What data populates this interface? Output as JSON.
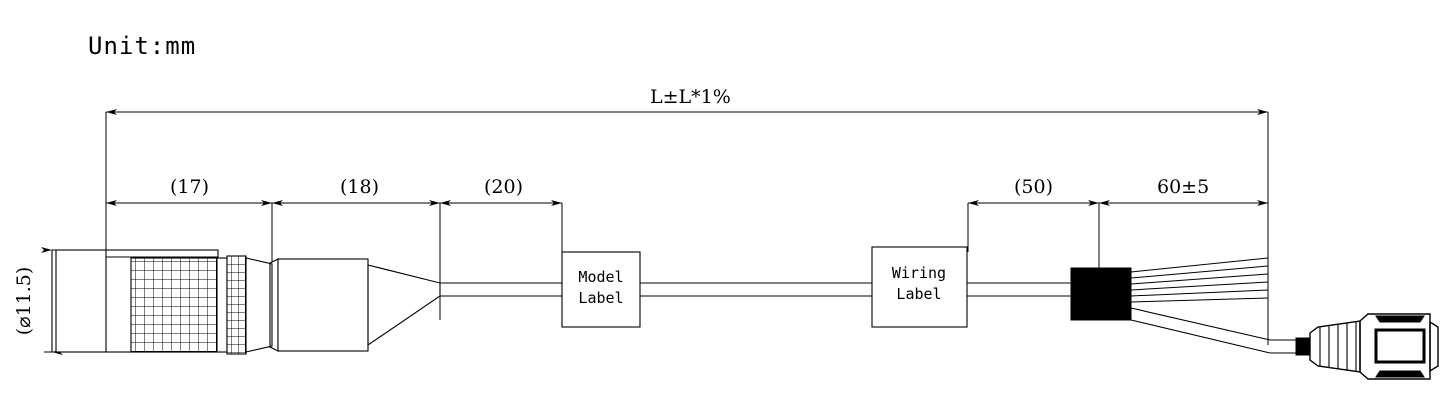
{
  "drawing": {
    "unit_note": "Unit:mm",
    "title_dimension": "L±L*1%",
    "diameter_label": "(⌀11.5)",
    "segment_dimensions": [
      {
        "label": "(17)",
        "name": "segment-17"
      },
      {
        "label": "(18)",
        "name": "segment-18"
      },
      {
        "label": "(20)",
        "name": "segment-20"
      },
      {
        "label": "(50)",
        "name": "segment-50"
      },
      {
        "label": "60±5",
        "name": "segment-60"
      }
    ],
    "labels": [
      {
        "line1": "Model",
        "line2": "Label",
        "name": "model-label"
      },
      {
        "line1": "Wiring",
        "line2": "Label",
        "name": "wiring-label"
      }
    ],
    "components": {
      "left_connector": "M12 circular connector with knurled coupling nut",
      "overmold": "strain relief overmold",
      "cable": "jacketed cable",
      "breakout": "black heat-shrink breakout block",
      "fan_wires_count": 6,
      "right_connector": "molded plug connector"
    },
    "colors": {
      "line": "#000000",
      "background": "#ffffff",
      "fill_black": "#000000"
    }
  }
}
